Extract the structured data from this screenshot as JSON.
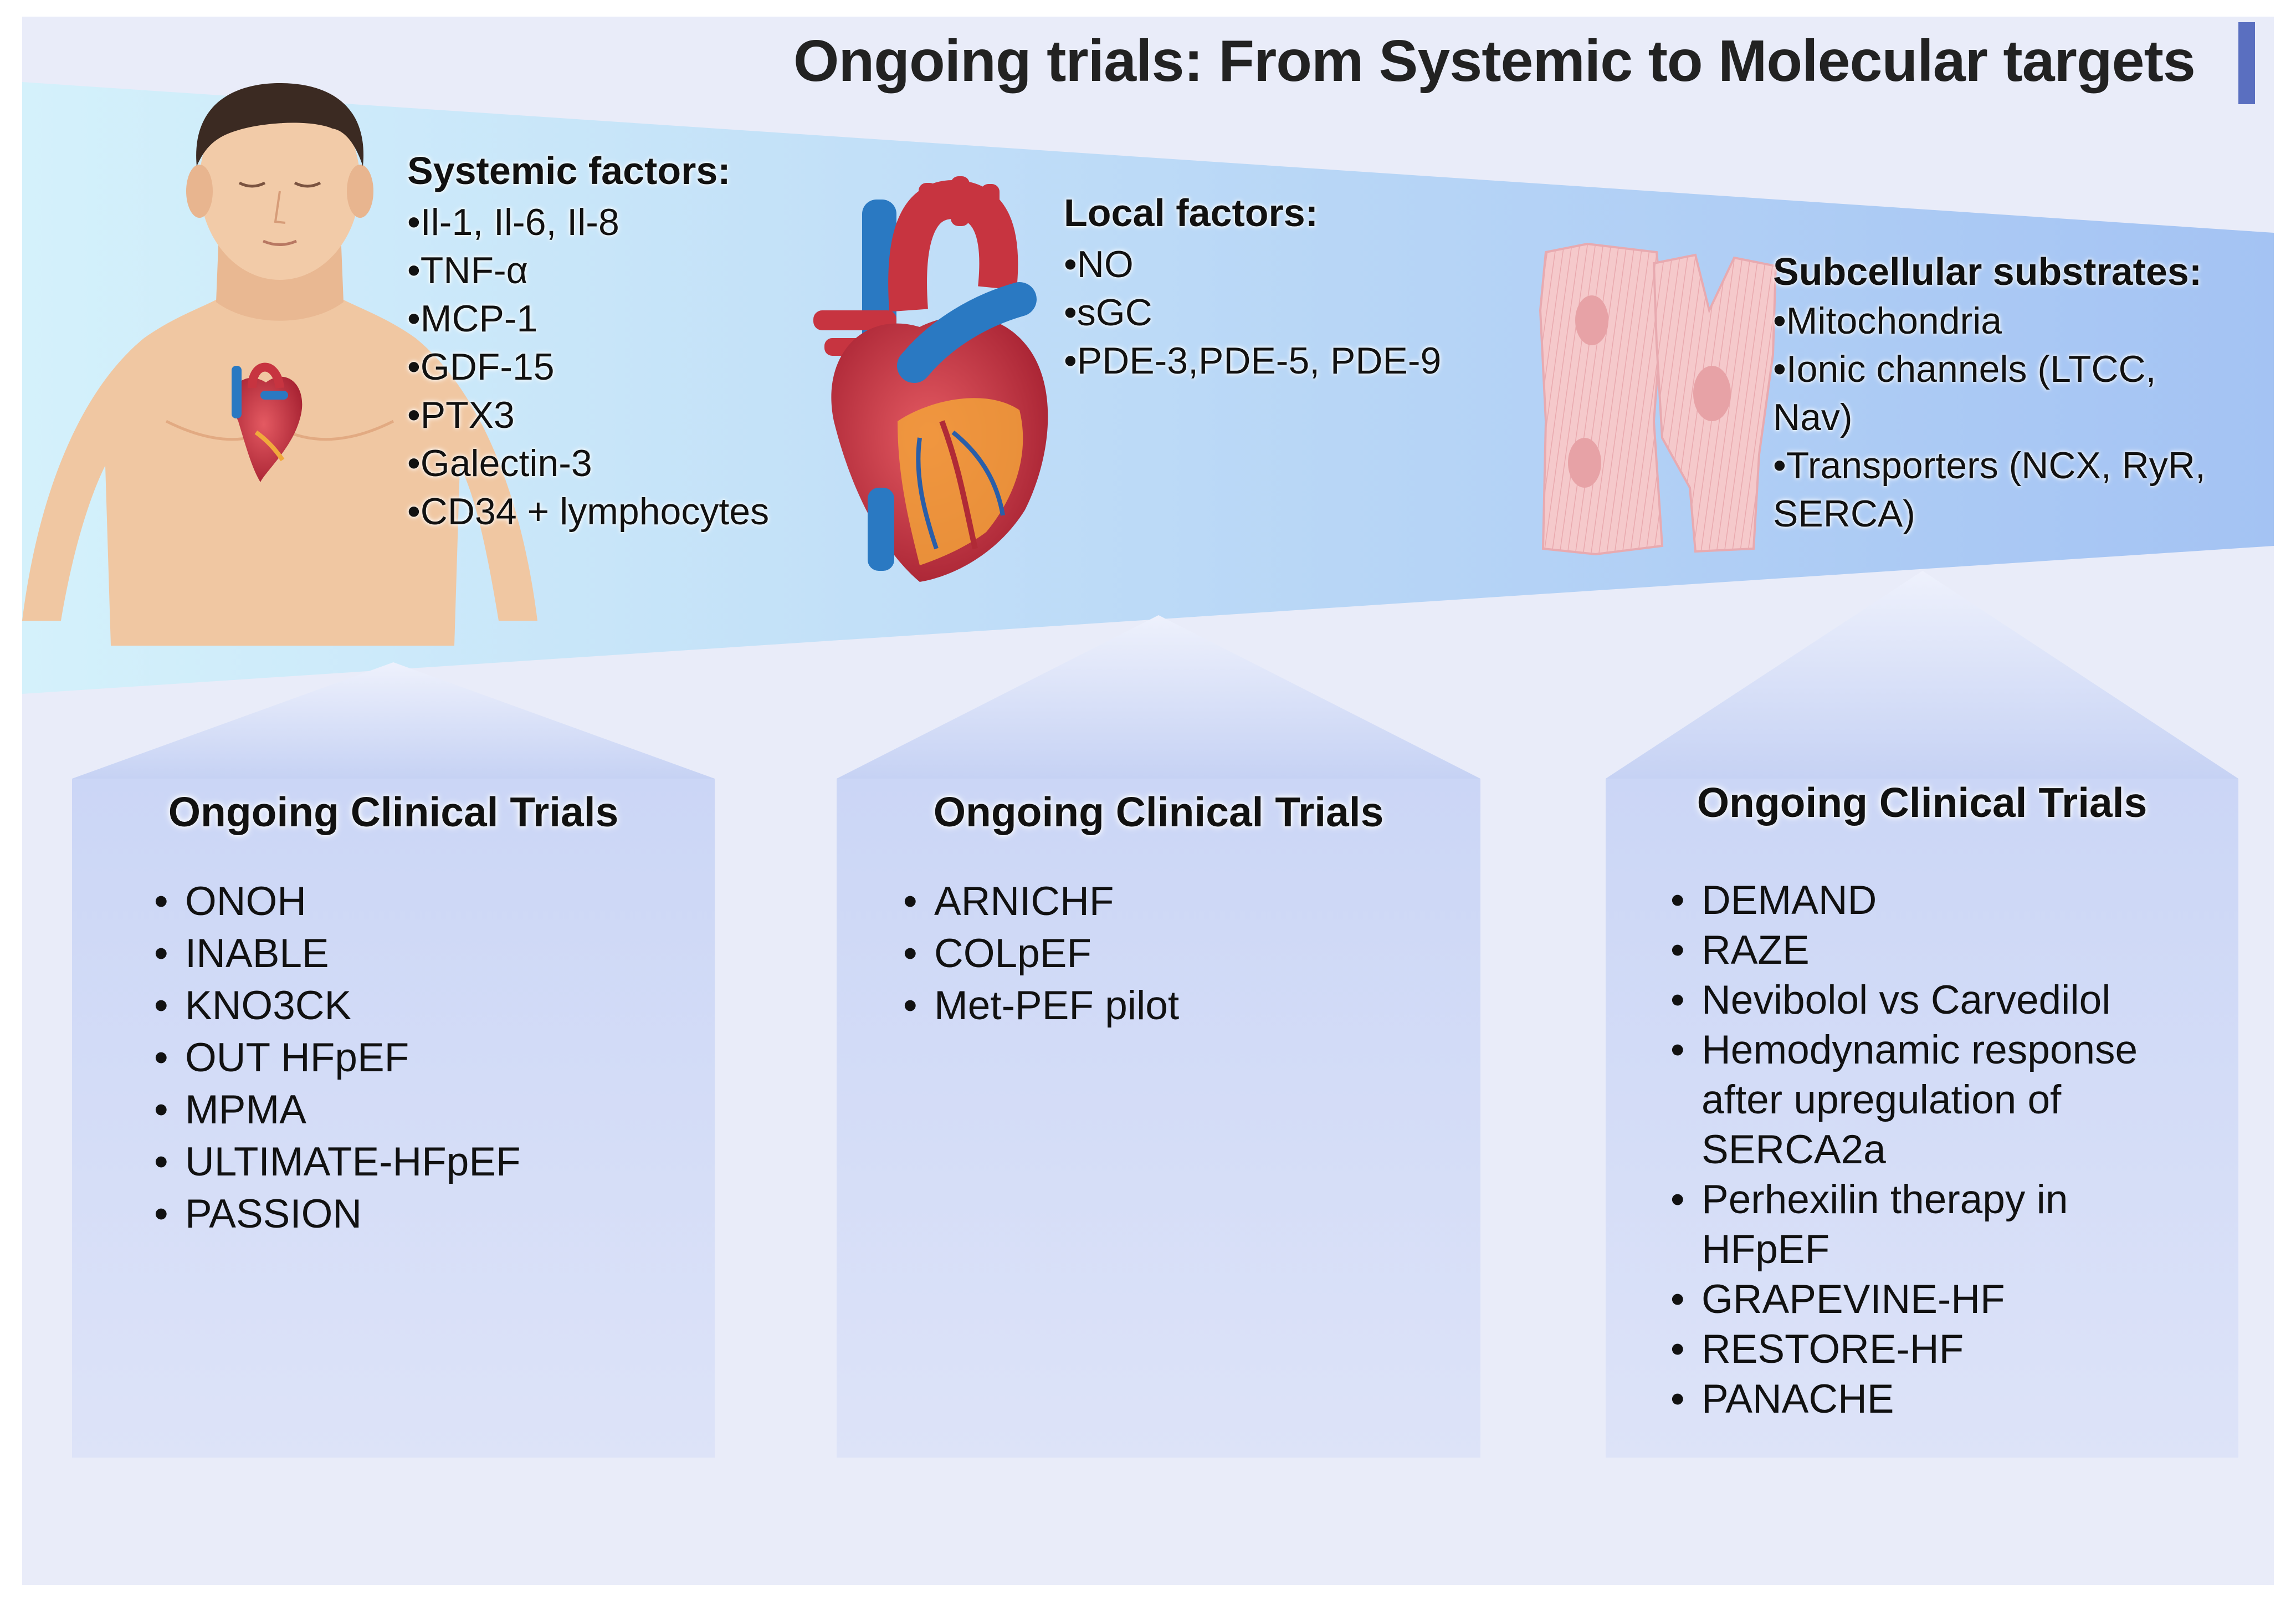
{
  "title": "Ongoing trials: From Systemic to Molecular targets",
  "colors": {
    "page_background": "#e9ecf9",
    "band_light": "#d3f0fa",
    "band_dark": "#a7c6f2",
    "box_fill": "#d6def7",
    "title_accent": "#5a6fc0",
    "heart_red": "#d33a44",
    "vessel_blue": "#2a79c2",
    "skin": "#f2cca9",
    "cell_pink": "#f3c4c6"
  },
  "systemic": {
    "heading": "Systemic factors:",
    "items": [
      "•Il-1, Il-6, Il-8",
      "•TNF-α",
      "•MCP-1",
      "•GDF-15",
      "•PTX3",
      "•Galectin-3",
      "•CD34 + lymphocytes"
    ]
  },
  "local": {
    "heading": "Local factors:",
    "items": [
      "•NO",
      "•sGC",
      "•PDE-3,PDE-5, PDE-9"
    ]
  },
  "subcellular": {
    "heading": "Subcellular substrates:",
    "items": [
      "•Mitochondria",
      "•Ionic channels (LTCC, Nav)",
      "•Transporters (NCX, RyR, SERCA)"
    ]
  },
  "boxes": [
    {
      "heading": "Ongoing Clinical Trials",
      "bullet": "•",
      "items": [
        "ONOH",
        "INABLE",
        "KNO3CK",
        "OUT HFpEF",
        "MPMA",
        "ULTIMATE-HFpEF",
        "PASSION"
      ]
    },
    {
      "heading": "Ongoing Clinical Trials",
      "bullet": "•",
      "items": [
        "ARNICHF",
        "COLpEF",
        "Met-PEF pilot"
      ]
    },
    {
      "heading": "Ongoing Clinical Trials",
      "bullet": "•",
      "items": [
        "DEMAND",
        "RAZE",
        "Nevibolol vs Carvedilol",
        "Hemodynamic response after upregulation of SERCA2a",
        "Perhexilin therapy in HFpEF",
        "GRAPEVINE-HF",
        "RESTORE-HF",
        "PANACHE"
      ]
    }
  ]
}
